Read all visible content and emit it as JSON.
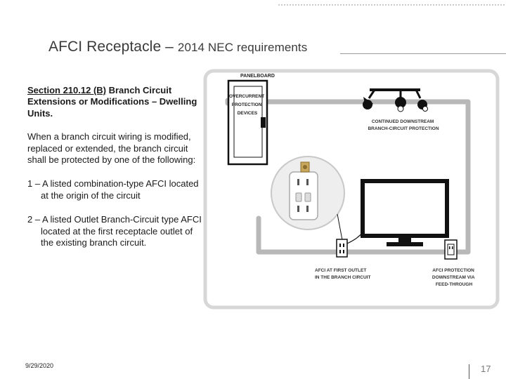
{
  "slide": {
    "title_main": "AFCI Receptacle – ",
    "title_tail": "2014 NEC requirements",
    "heading_underlined": "Section 210.12 (B)",
    "heading_rest": " Branch Circuit Extensions or Modifications – Dwelling Units.",
    "paragraph": "When a branch circuit wiring is modified, replaced or extended, the branch circuit shall be protected by one of the following:",
    "items": [
      "1 – A listed combination-type AFCI located at the origin of the circuit",
      "2 – A listed Outlet Branch-Circuit type AFCI located at the first receptacle outlet of the existing branch circuit."
    ],
    "date": "9/29/2020",
    "page_number": "17"
  },
  "diagram": {
    "panelboard_label": "PANELBOARD",
    "panel_device_lines": [
      "OVERCURRENT",
      "PROTECTION",
      "DEVICES"
    ],
    "downstream_lines": [
      "CONTINUED DOWNSTREAM",
      "BRANCH-CIRCUIT PROTECTION"
    ],
    "first_outlet_lines": [
      "AFCI AT FIRST OUTLET",
      "IN THE BRANCH CIRCUIT"
    ],
    "feed_through_lines": [
      "AFCI PROTECTION",
      "DOWNSTREAM VIA",
      "FEED-THROUGH"
    ],
    "colors": {
      "frame": "#d7d7d7",
      "wire": "#b8b8b8",
      "ink": "#111111",
      "label": "#333333"
    }
  }
}
